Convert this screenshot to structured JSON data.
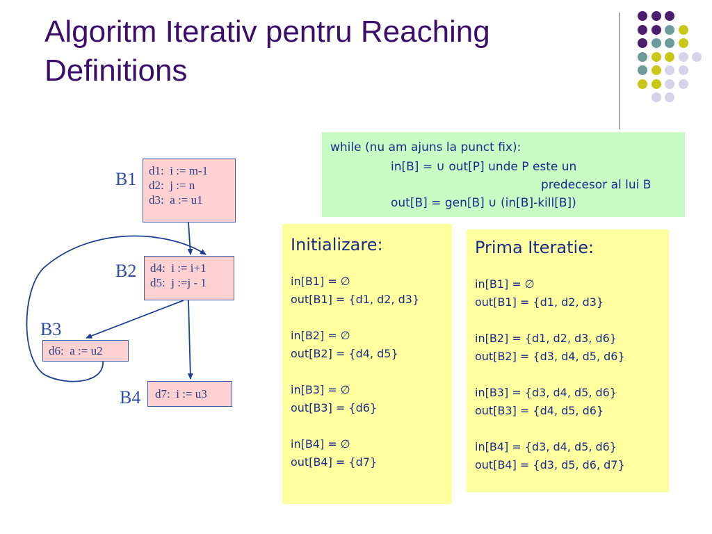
{
  "title": "Algoritm Iterativ pentru Reaching Definitions",
  "algorithm": {
    "line1": "while (nu am ajuns la punct fix):",
    "line2": "in[B] = ∪ out[P]    unde P este un",
    "line3": "predecesor al lui B",
    "line4": "out[B] = gen[B] ∪ (in[B]-kill[B])"
  },
  "blocks": {
    "b1": {
      "label": "B1",
      "lines": [
        "d1:  i := m-1",
        "d2:  j := n",
        "d3:  a := u1"
      ]
    },
    "b2": {
      "label": "B2",
      "lines": [
        "d4:  i := i+1",
        "d5:  j :=j - 1"
      ]
    },
    "b3": {
      "label": "B3",
      "lines": [
        "d6:  a := u2"
      ]
    },
    "b4": {
      "label": "B4",
      "lines": [
        "d7:  i := u3"
      ]
    }
  },
  "init": {
    "heading": "Initializare:",
    "rows": [
      [
        "in[B1] = ∅",
        "out[B1] = {d1, d2, d3}"
      ],
      [
        "in[B2] = ∅",
        "out[B2] = {d4, d5}"
      ],
      [
        "in[B3] = ∅",
        "out[B3] = {d6}"
      ],
      [
        "in[B4] = ∅",
        "out[B4] = {d7}"
      ]
    ]
  },
  "iter1": {
    "heading": "Prima Iteratie:",
    "rows": [
      [
        "in[B1] = ∅",
        "out[B1] = {d1, d2, d3}"
      ],
      [
        "in[B2] = {d1, d2, d3, d6}",
        "out[B2] = {d3, d4, d5, d6}"
      ],
      [
        "in[B3] = {d3, d4, d5, d6}",
        "out[B3] = {d4, d5, d6}"
      ],
      [
        "in[B4] = {d3, d4, d5, d6}",
        "out[B4] = {d3, d5, d6, d7}"
      ]
    ]
  },
  "colors": {
    "title": "#3b0e6b",
    "block_fill": "#fdd0d2",
    "algorithm_box": "#c9fbc4",
    "set_box": "#feff9f",
    "arrow": "#1f3f94",
    "dot_purple": "#4b1f6e",
    "dot_teal": "#6e9c9a",
    "dot_yellow": "#c9c818",
    "dot_lavender": "#d4d4ea"
  },
  "dot_grid": [
    [
      "purple",
      "purple",
      "purple",
      null,
      null
    ],
    [
      "purple",
      "purple",
      "teal",
      "yellow",
      null
    ],
    [
      "purple",
      "teal",
      "teal",
      "yellow",
      null
    ],
    [
      "teal",
      "yellow",
      "yellow",
      "lavender",
      "lavender"
    ],
    [
      "teal",
      "yellow",
      "lavender",
      "lavender",
      null
    ],
    [
      "yellow",
      "yellow",
      "lavender",
      "lavender",
      null
    ],
    [
      null,
      "lavender",
      "lavender",
      null,
      null
    ]
  ]
}
